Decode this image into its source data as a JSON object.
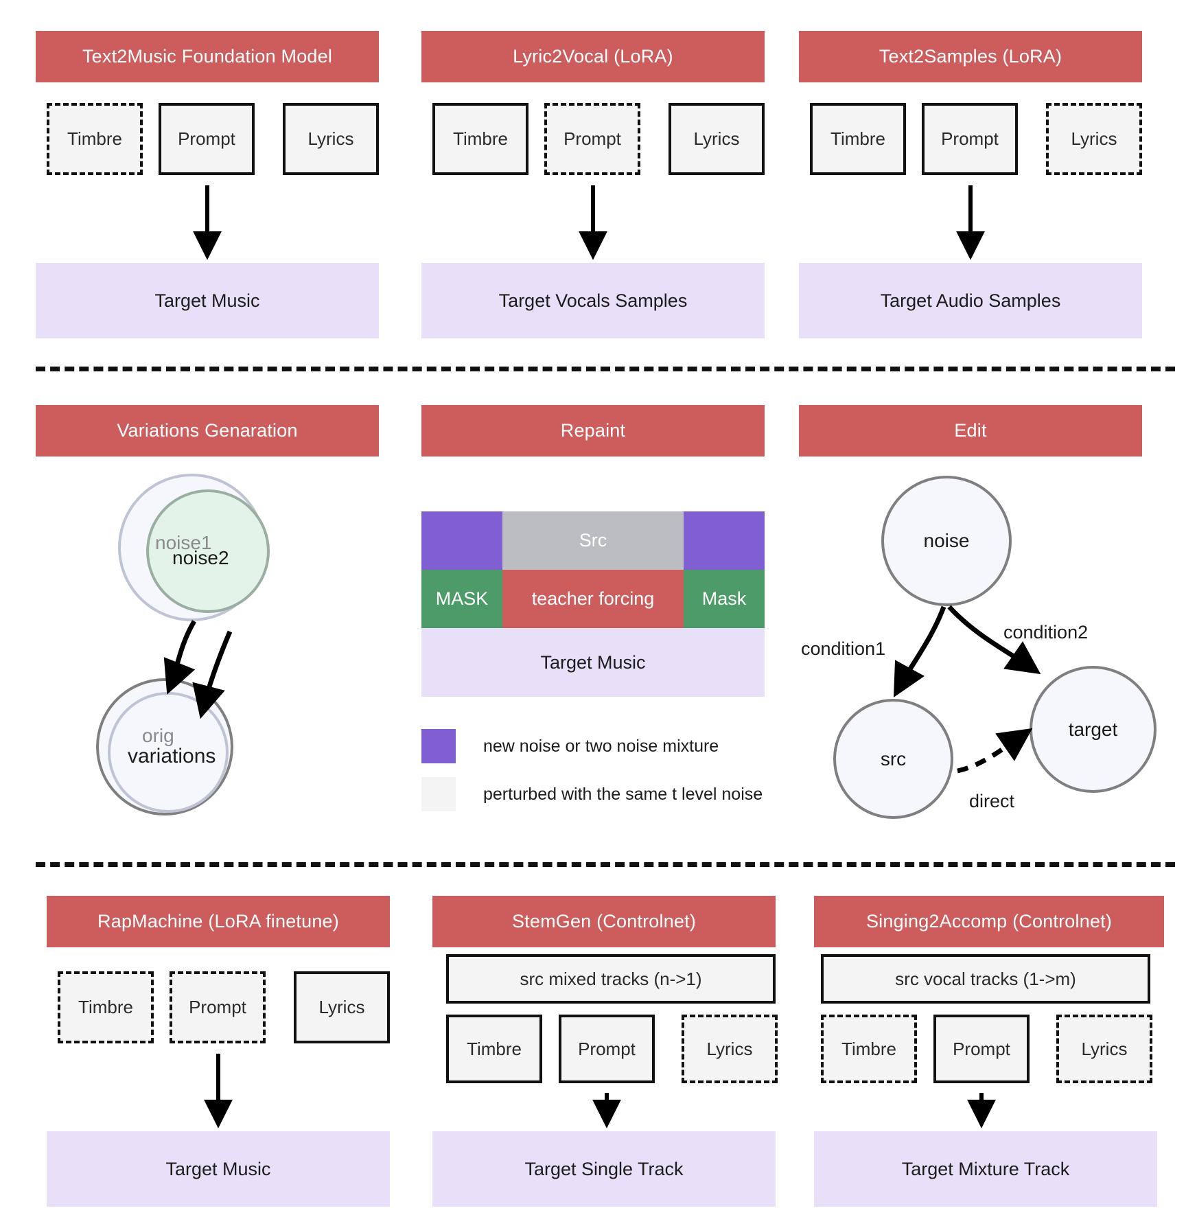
{
  "sections": {
    "row1": [
      {
        "title": "Text2Music Foundation Model",
        "inputs": [
          {
            "label": "Timbre",
            "style": "dashed"
          },
          {
            "label": "Prompt",
            "style": "solid"
          },
          {
            "label": "Lyrics",
            "style": "solid"
          }
        ],
        "target": "Target Music"
      },
      {
        "title": "Lyric2Vocal (LoRA)",
        "inputs": [
          {
            "label": "Timbre",
            "style": "solid"
          },
          {
            "label": "Prompt",
            "style": "dashed"
          },
          {
            "label": "Lyrics",
            "style": "solid"
          }
        ],
        "target": "Target Vocals Samples"
      },
      {
        "title": "Text2Samples (LoRA)",
        "inputs": [
          {
            "label": "Timbre",
            "style": "solid"
          },
          {
            "label": "Prompt",
            "style": "solid"
          },
          {
            "label": "Lyrics",
            "style": "dashed"
          }
        ],
        "target": "Target Audio Samples"
      }
    ],
    "variations": {
      "title": "Variations Genaration",
      "top_circle_back": "noise1",
      "top_circle_front": "noise2",
      "bottom_circle_back": "orig",
      "bottom_circle_front": "variations"
    },
    "repaint": {
      "title": "Repaint",
      "row_top": [
        "",
        "Src",
        ""
      ],
      "row_bottom": [
        "MASK",
        "teacher forcing",
        "Mask"
      ],
      "target": "Target Music",
      "legend": [
        {
          "swatch": "purple",
          "text": "new noise or two noise mixture"
        },
        {
          "swatch": "light",
          "text": "perturbed with the same t level noise"
        }
      ]
    },
    "edit": {
      "title": "Edit",
      "noise": "noise",
      "src": "src",
      "target": "target",
      "condition1": "condition1",
      "condition2": "condition2",
      "direct": "direct"
    },
    "row3": [
      {
        "title": "RapMachine (LoRA finetune)",
        "wide": null,
        "inputs": [
          {
            "label": "Timbre",
            "style": "dashed"
          },
          {
            "label": "Prompt",
            "style": "dashed"
          },
          {
            "label": "Lyrics",
            "style": "solid"
          }
        ],
        "target": "Target Music"
      },
      {
        "title": "StemGen (Controlnet)",
        "wide": "src mixed tracks (n->1)",
        "inputs": [
          {
            "label": "Timbre",
            "style": "solid"
          },
          {
            "label": "Prompt",
            "style": "solid"
          },
          {
            "label": "Lyrics",
            "style": "dashed"
          }
        ],
        "target": "Target Single Track"
      },
      {
        "title": "Singing2Accomp (Controlnet)",
        "wide": "src vocal tracks (1->m)",
        "inputs": [
          {
            "label": "Timbre",
            "style": "dashed"
          },
          {
            "label": "Prompt",
            "style": "solid"
          },
          {
            "label": "Lyrics",
            "style": "dashed"
          }
        ],
        "target": "Target Mixture Track"
      }
    ]
  },
  "colors": {
    "header": "#cd5c5c",
    "target": "#e8dff8",
    "purple": "#7f5fd1",
    "grey": "#bcbdc2",
    "green": "#4d9b69",
    "red": "#cd5c5c"
  }
}
